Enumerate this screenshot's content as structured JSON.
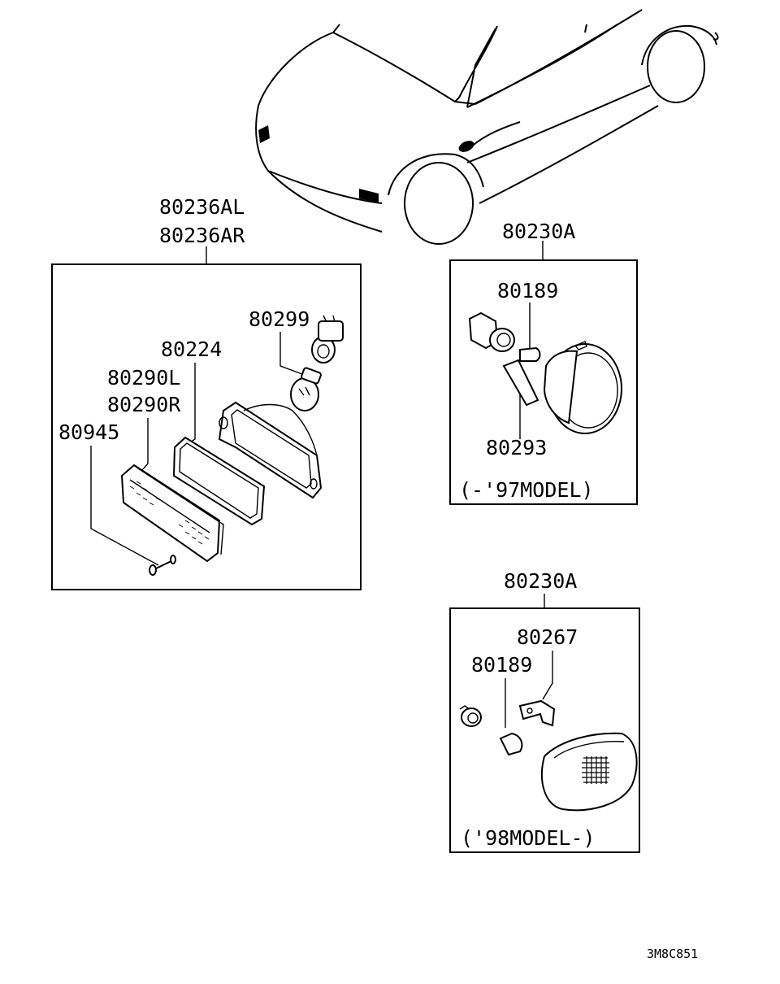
{
  "diagram": {
    "box_left": {
      "labels": {
        "assy_l": "80236AL",
        "assy_r": "80236AR",
        "bulb": "80299",
        "gasket": "80224",
        "lens_l": "80290L",
        "lens_r": "80290R",
        "screw": "80945"
      }
    },
    "box_top_right": {
      "assy": "80230A",
      "bulb": "80189",
      "clip": "80293",
      "model_note": "(-'97MODEL)"
    },
    "box_bottom_right": {
      "assy": "80230A",
      "bracket": "80267",
      "bulb": "80189",
      "model_note": "('98MODEL-)"
    },
    "figure_code": "3M8C851"
  }
}
